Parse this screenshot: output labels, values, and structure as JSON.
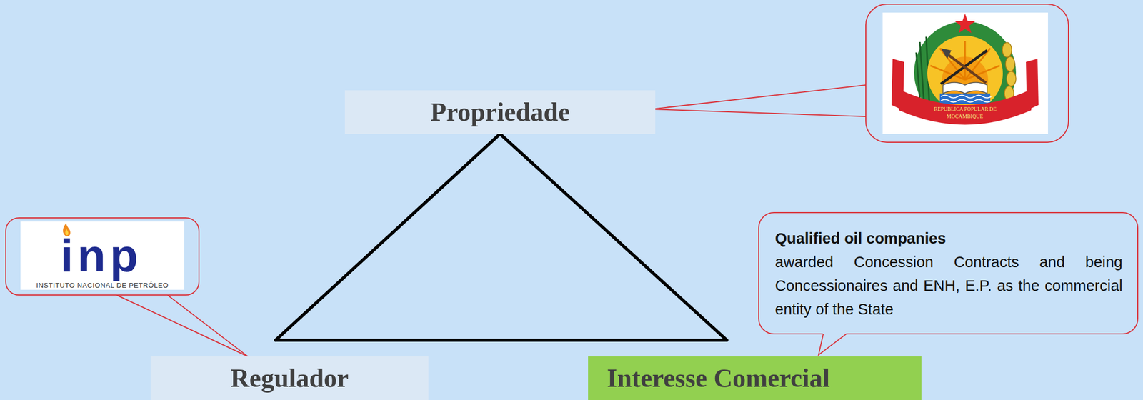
{
  "diagram": {
    "nodes": [
      {
        "text": [
          "Propriedade"
        ]
      },
      {
        "text": [
          "Qualified oil companies",
          "awarded Concession Contracts and being Concessionaires and ENH, E.P. as the commercial entity of the State"
        ]
      },
      {
        "text": [
          "Regulador"
        ]
      },
      {
        "text": [
          "Interesse Comercial"
        ]
      }
    ],
    "edges": [
      {
        "from": 0,
        "to": 2,
        "arrow": "none"
      },
      {
        "from": 0,
        "to": 3,
        "arrow": "none"
      },
      {
        "from": 2,
        "to": 3,
        "arrow": "none"
      }
    ],
    "labels": [
      "inp",
      "INSTITUTO NACIONAL DE PETRÓLEO",
      "REPUBLICA POPULAR DE",
      "MOÇAMBIQUE"
    ]
  }
}
